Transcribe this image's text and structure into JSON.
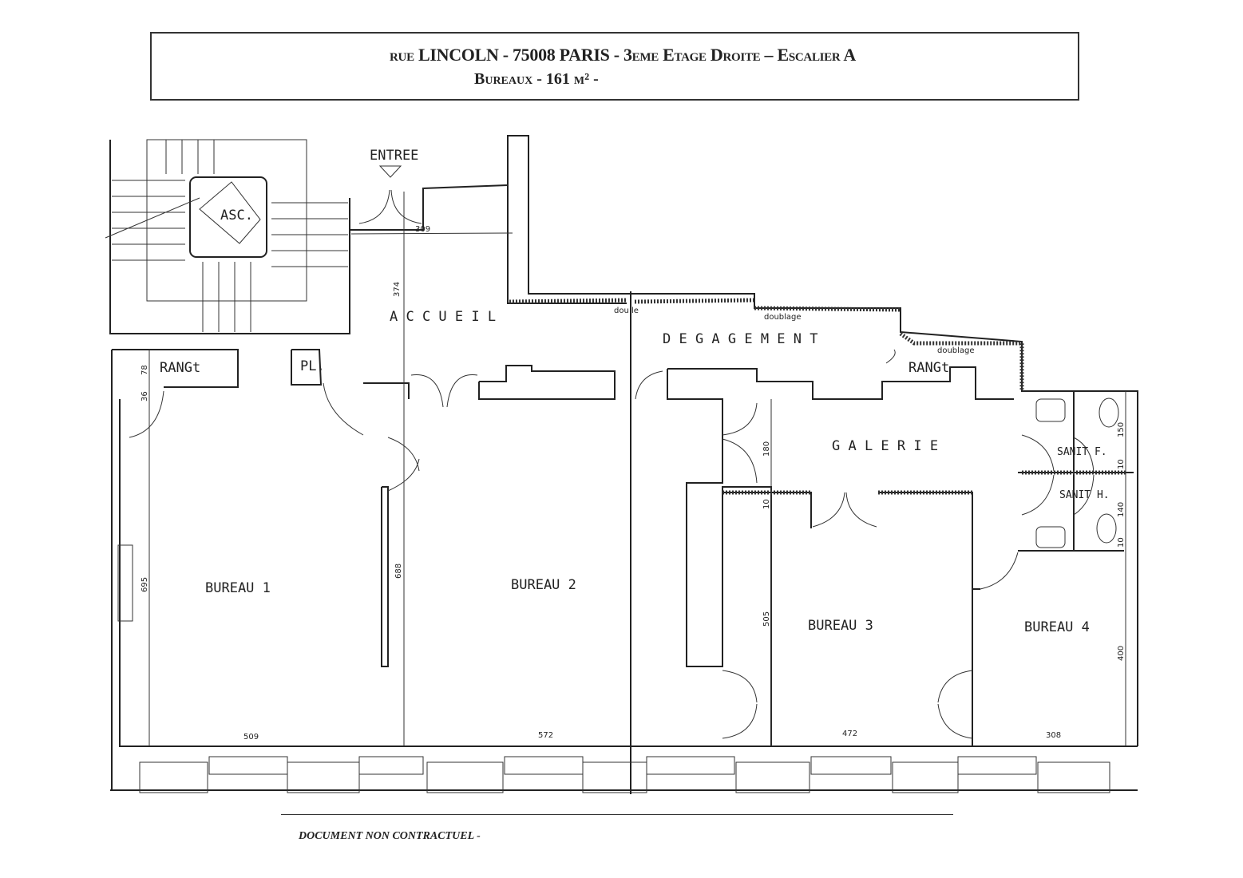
{
  "header": {
    "line1": "rue LINCOLN - 75008 PARIS - 3eme Etage Droite – Escalier A",
    "line2": "Bureaux - 161 m² -"
  },
  "plan": {
    "entree": "ENTREE",
    "asc": "ASC.",
    "accueil": "A C C U E I L",
    "rangement": "RANGt",
    "pl": "PL.",
    "degagement": "D E G A G E M E N T",
    "doublage": "doublage",
    "doublage_cut": "dou   le",
    "galerie": "G A L E R I E",
    "sanit_f": "SANIT F.",
    "sanit_h": "SANIT H.",
    "bureau1": "BUREAU 1",
    "bureau2": "BUREAU 2",
    "bureau3": "BUREAU 3",
    "bureau4": "BUREAU 4"
  },
  "dimensions": {
    "d309": "309",
    "d374": "374",
    "d78": "78",
    "d36": "36",
    "d695": "695",
    "d688": "688",
    "d180": "180",
    "d10a": "10",
    "d505": "505",
    "d400": "400",
    "d150": "150",
    "d10b": "10",
    "d140": "140",
    "d10c": "10",
    "d509": "509",
    "d572": "572",
    "d472": "472",
    "d308": "308"
  },
  "footer": {
    "note": "DOCUMENT NON CONTRACTUEL -"
  }
}
